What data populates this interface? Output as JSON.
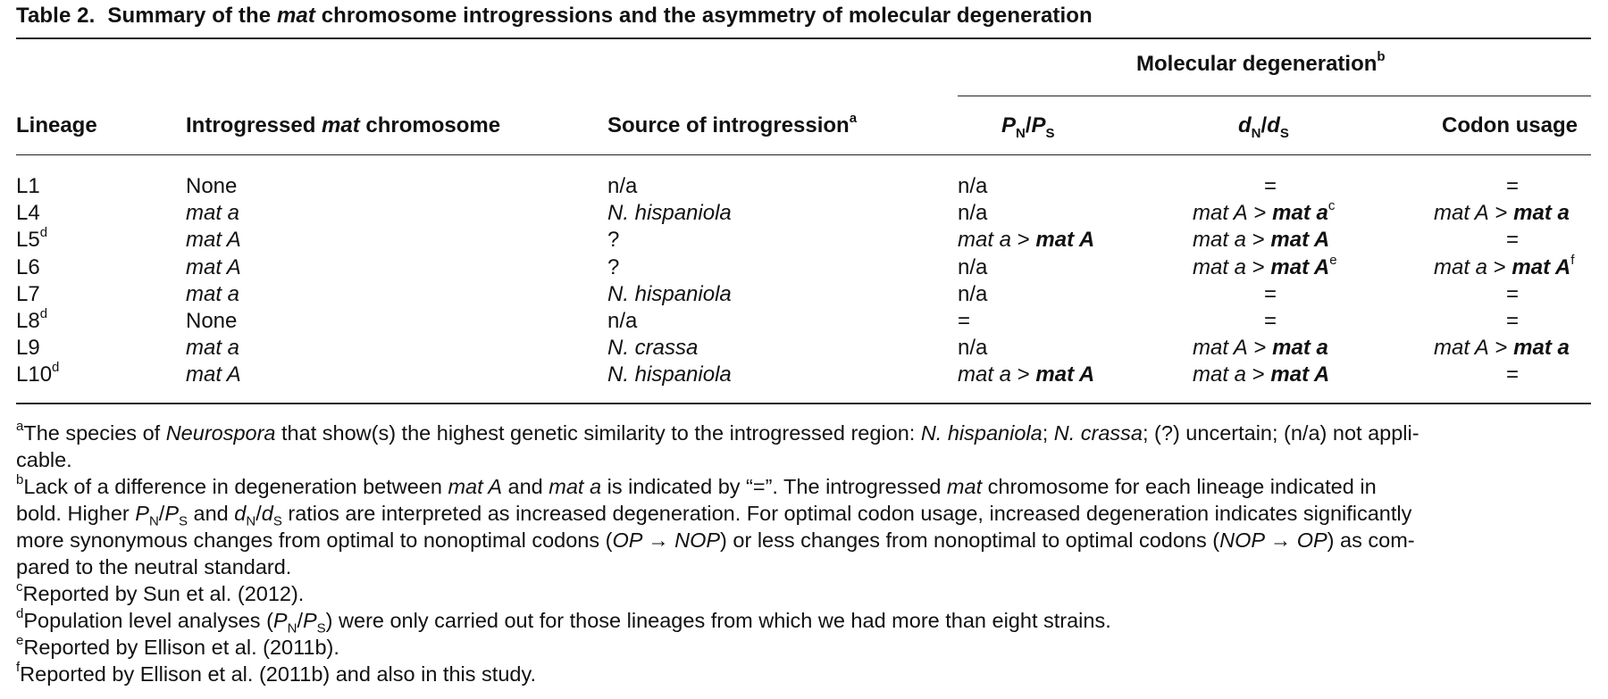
{
  "table": {
    "label": "Table 2.",
    "title_pre": "Summary of the ",
    "title_em": "mat",
    "title_post": " chromosome introgressions and the asymmetry of molecular degeneration",
    "group_header": "Molecular degeneration",
    "group_header_sup": "b",
    "columns": {
      "lineage": "Lineage",
      "introgressed_pre": "Introgressed ",
      "introgressed_em": "mat",
      "introgressed_post": " chromosome",
      "source": "Source of introgression",
      "source_sup": "a",
      "pnps_p1": "P",
      "pnps_s1": "N",
      "pnps_slash": "/",
      "pnps_p2": "P",
      "pnps_s2": "S",
      "dnds_d1": "d",
      "dnds_s1": "N",
      "dnds_slash": "/",
      "dnds_d2": "d",
      "dnds_s2": "S",
      "codon": "Codon usage"
    },
    "rows": [
      {
        "lineage": "L1",
        "lineage_sup": "",
        "mat": "None",
        "mat_it": false,
        "source": "n/a",
        "source_it": false,
        "pnps": {
          "plain": "n/a"
        },
        "dnds": {
          "plain": "="
        },
        "codon": {
          "plain": "="
        }
      },
      {
        "lineage": "L4",
        "lineage_sup": "",
        "mat": "mat a",
        "mat_it": true,
        "source": "N. hispaniola",
        "source_it": true,
        "pnps": {
          "plain": "n/a"
        },
        "dnds": {
          "lhs": "mat A",
          "gt": " > ",
          "rhs": "mat a",
          "sup": "c"
        },
        "codon": {
          "lhs": "mat A",
          "gt": " > ",
          "rhs": "mat a",
          "sup": ""
        }
      },
      {
        "lineage": "L5",
        "lineage_sup": "d",
        "mat": "mat A",
        "mat_it": true,
        "source": "?",
        "source_it": false,
        "pnps": {
          "lhs": "mat a",
          "gt": " > ",
          "rhs": "mat A",
          "sup": ""
        },
        "dnds": {
          "lhs": "mat a",
          "gt": " > ",
          "rhs": "mat A",
          "sup": ""
        },
        "codon": {
          "plain": "="
        }
      },
      {
        "lineage": "L6",
        "lineage_sup": "",
        "mat": "mat A",
        "mat_it": true,
        "source": "?",
        "source_it": false,
        "pnps": {
          "plain": "n/a"
        },
        "dnds": {
          "lhs": "mat a",
          "gt": " > ",
          "rhs": "mat A",
          "sup": "e"
        },
        "codon": {
          "lhs": "mat a",
          "gt": " > ",
          "rhs": "mat A",
          "sup": "f"
        }
      },
      {
        "lineage": "L7",
        "lineage_sup": "",
        "mat": "mat a",
        "mat_it": true,
        "source": "N. hispaniola",
        "source_it": true,
        "pnps": {
          "plain": "n/a"
        },
        "dnds": {
          "plain": "="
        },
        "codon": {
          "plain": "="
        }
      },
      {
        "lineage": "L8",
        "lineage_sup": "d",
        "mat": "None",
        "mat_it": false,
        "source": "n/a",
        "source_it": false,
        "pnps": {
          "plain": "="
        },
        "dnds": {
          "plain": "="
        },
        "codon": {
          "plain": "="
        }
      },
      {
        "lineage": "L9",
        "lineage_sup": "",
        "mat": "mat a",
        "mat_it": true,
        "source": "N. crassa",
        "source_it": true,
        "pnps": {
          "plain": "n/a"
        },
        "dnds": {
          "lhs": "mat A",
          "gt": " > ",
          "rhs": "mat a",
          "sup": ""
        },
        "codon": {
          "lhs": "mat A",
          "gt": " > ",
          "rhs": "mat a",
          "sup": ""
        }
      },
      {
        "lineage": "L10",
        "lineage_sup": "d",
        "mat": "mat A",
        "mat_it": true,
        "source": "N. hispaniola",
        "source_it": true,
        "pnps": {
          "lhs": "mat a",
          "gt": " > ",
          "rhs": "mat A",
          "sup": ""
        },
        "dnds": {
          "lhs": "mat a",
          "gt": " > ",
          "rhs": "mat A",
          "sup": ""
        },
        "codon": {
          "plain": "="
        }
      }
    ]
  },
  "footnotes": {
    "a": {
      "mark": "a",
      "t1": "The species of ",
      "t1_em": "Neurospora",
      "t2": " that show(s) the highest genetic similarity to the introgressed region: ",
      "t2_em": "N. hispaniola",
      "t3": "; ",
      "t3_em": "N. crassa",
      "t4": "; (?) uncertain; (n/a) not appli-",
      "line2": "cable."
    },
    "b": {
      "mark": "b",
      "l1_a": "Lack of a difference in degeneration between ",
      "l1_em1": "mat A",
      "l1_b": " and ",
      "l1_em2": "mat a",
      "l1_c": " is indicated by “=”. The introgressed ",
      "l1_em3": "mat",
      "l1_d": " chromosome for each lineage indicated in",
      "l2_a": "bold. Higher ",
      "l2_pn": "P",
      "l2_pn_sub": "N",
      "l2_slash1": "/",
      "l2_ps": "P",
      "l2_ps_sub": "S",
      "l2_b": " and ",
      "l2_dn": "d",
      "l2_dn_sub": "N",
      "l2_slash2": "/",
      "l2_ds": "d",
      "l2_ds_sub": "S",
      "l2_c": " ratios are interpreted as increased degeneration. For optimal codon usage, increased degeneration indicates significantly",
      "l3_a": "more synonymous changes from optimal to nonoptimal codons (",
      "l3_em1": "OP → NOP",
      "l3_b": ") or less changes from nonoptimal to optimal codons (",
      "l3_em2": "NOP → OP",
      "l3_c": ") as com-",
      "l4": "pared to the neutral standard."
    },
    "c": {
      "mark": "c",
      "text": "Reported by Sun et al. (2012)."
    },
    "d": {
      "mark": "d",
      "t1": "Population level analyses (",
      "p1": "P",
      "s1": "N",
      "slash": "/",
      "p2": "P",
      "s2": "S",
      "t2": ") were only carried out for those lineages from which we had more than eight strains."
    },
    "e": {
      "mark": "e",
      "text": "Reported by Ellison et al. (2011b)."
    },
    "f": {
      "mark": "f",
      "text": "Reported by Ellison et al. (2011b) and also in this study."
    }
  }
}
